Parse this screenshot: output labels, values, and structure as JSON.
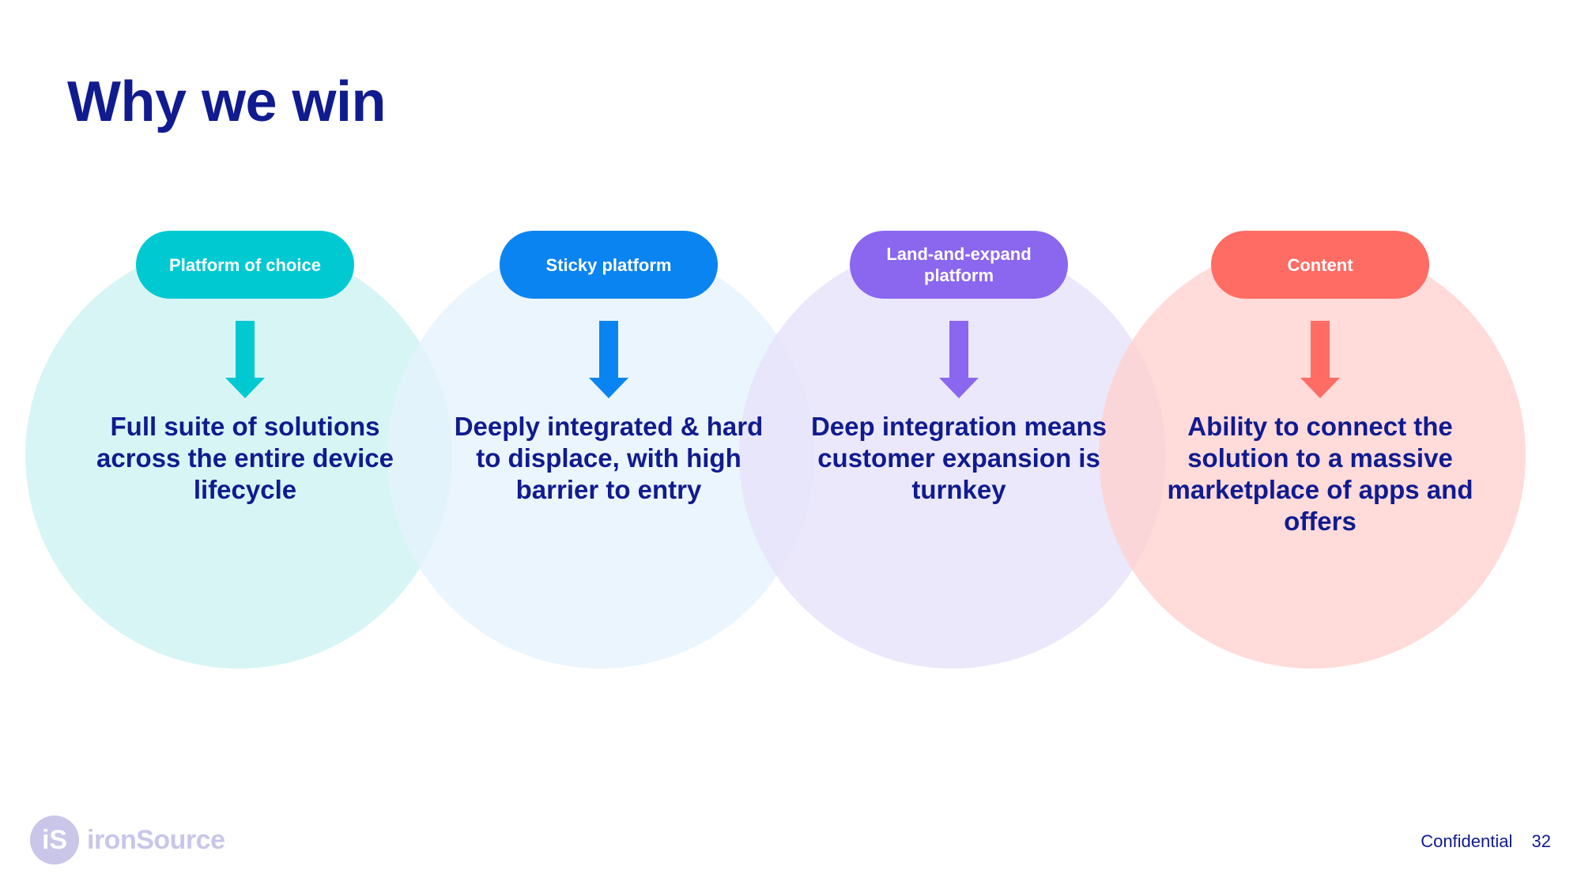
{
  "slide": {
    "title": "Why we win"
  },
  "pillars": [
    {
      "label": "Platform of choice",
      "description": "Full suite of solutions across the entire device lifecycle",
      "color": "#00c9d2",
      "fill": "#cdf2f2"
    },
    {
      "label": "Sticky platform",
      "description": "Deeply integrated & hard to displace, with high barrier to entry",
      "color": "#0a84f0",
      "fill": "#e6f2fc"
    },
    {
      "label": "Land-and-expand platform",
      "description": "Deep integration means customer expansion is turnkey",
      "color": "#8b66ef",
      "fill": "#e6e2fa"
    },
    {
      "label": "Content",
      "description": "Ability to connect the solution to a massive marketplace of apps and offers",
      "color": "#fe6c64",
      "fill": "#ffd1ce"
    }
  ],
  "logo": {
    "badge": "iS",
    "name": "ironSource"
  },
  "footer": {
    "confidential": "Confidential",
    "page_number": "32"
  }
}
